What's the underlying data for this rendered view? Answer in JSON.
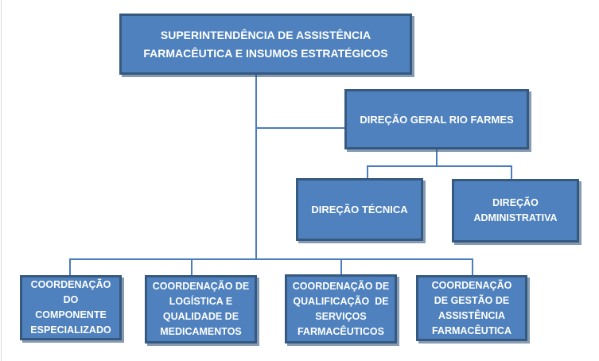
{
  "diagram": {
    "type": "org-chart",
    "nodes": {
      "superintendencia": {
        "label": "SUPERINTENDÊNCIA DE ASSISTÊNCIA\nFARMACÊUTICA E INSUMOS ESTRATÉGICOS"
      },
      "direcao_geral": {
        "label": "DIREÇÃO GERAL RIO FARMES"
      },
      "direcao_tecnica": {
        "label": "DIREÇÃO TÉCNICA"
      },
      "direcao_administrativa": {
        "label": "DIREÇÃO\nADMINISTRATIVA"
      },
      "coord_componente_especializado": {
        "label": "COORDENAÇÃO\nDO\nCOMPONENTE\nESPECIALIZADO"
      },
      "coord_logistica_qualidade": {
        "label": "COORDENAÇÃO DE\nLOGÍSTICA E\nQUALIDADE DE\nMEDICAMENTOS"
      },
      "coord_qualificacao_servicos": {
        "label": "COORDENAÇÃO DE\nQUALIFICAÇÃO  DE\nSERVIÇOS\nFARMACÊUTICOS"
      },
      "coord_gestao_assistencia": {
        "label": "COORDENAÇÃO\nDE GESTÃO DE\nASSISTÊNCIA\nFARMACÊUTICA"
      }
    },
    "edges": [
      {
        "from": "superintendencia",
        "to": "direcao_geral"
      },
      {
        "from": "direcao_geral",
        "to": "direcao_tecnica"
      },
      {
        "from": "direcao_geral",
        "to": "direcao_administrativa"
      },
      {
        "from": "superintendencia",
        "to": "coord_componente_especializado"
      },
      {
        "from": "superintendencia",
        "to": "coord_logistica_qualidade"
      },
      {
        "from": "superintendencia",
        "to": "coord_qualificacao_servicos"
      },
      {
        "from": "superintendencia",
        "to": "coord_gestao_assistencia"
      }
    ],
    "colors": {
      "node_fill": "#4e81bd",
      "node_border": "#36597f",
      "connector": "#4a7dbd",
      "text": "#ffffff"
    }
  }
}
